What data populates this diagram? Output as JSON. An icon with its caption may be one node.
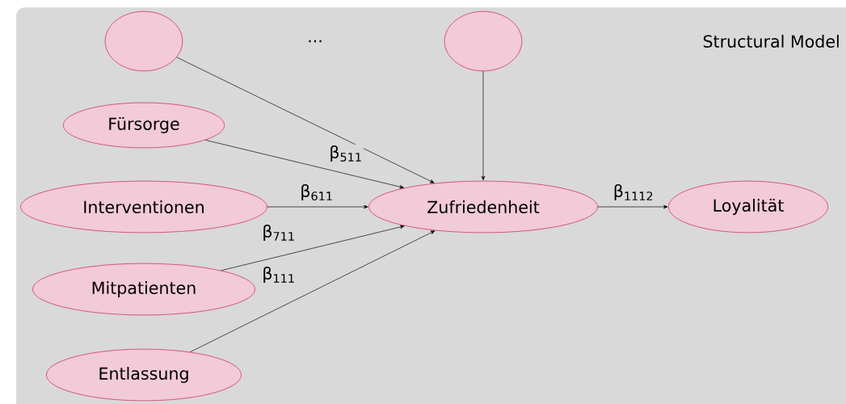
{
  "diagram": {
    "nodes": [
      {
        "text": [
          "Structural Model"
        ]
      },
      {
        "text": [],
        "shape": "ellipse",
        "in": 0
      },
      {
        "text": [],
        "shape": "ellipse",
        "in": 0
      },
      {
        "text": [
          "Fürsorge"
        ],
        "in": 0
      },
      {
        "text": [
          "Interventionen"
        ],
        "in": 0
      },
      {
        "text": [
          "Zufriedenheit"
        ],
        "in": 0
      },
      {
        "text": [
          "Loyalität"
        ],
        "in": 0
      },
      {
        "text": [
          "Mitpatienten"
        ],
        "in": 0
      },
      {
        "text": [
          "Entlassung"
        ],
        "in": 0
      }
    ],
    "edges": [
      {
        "from": 1,
        "to": 5,
        "arrow": "to"
      },
      {
        "from": 3,
        "to": 5,
        "arrow": "to",
        "label": "β$_{511}$"
      },
      {
        "from": 4,
        "to": 5,
        "arrow": "to",
        "label": "β$_{611}$"
      },
      {
        "from": 7,
        "to": 5,
        "arrow": "to",
        "label": "β$_{711}$"
      },
      {
        "from": 8,
        "to": 5,
        "arrow": "to",
        "label": "β$_{111}$"
      },
      {
        "from": 2,
        "to": 5,
        "arrow": "to"
      },
      {
        "from": 5,
        "to": 6,
        "arrow": "to",
        "label": "β$_{1112}$"
      }
    ],
    "labels": [
      "..."
    ]
  }
}
